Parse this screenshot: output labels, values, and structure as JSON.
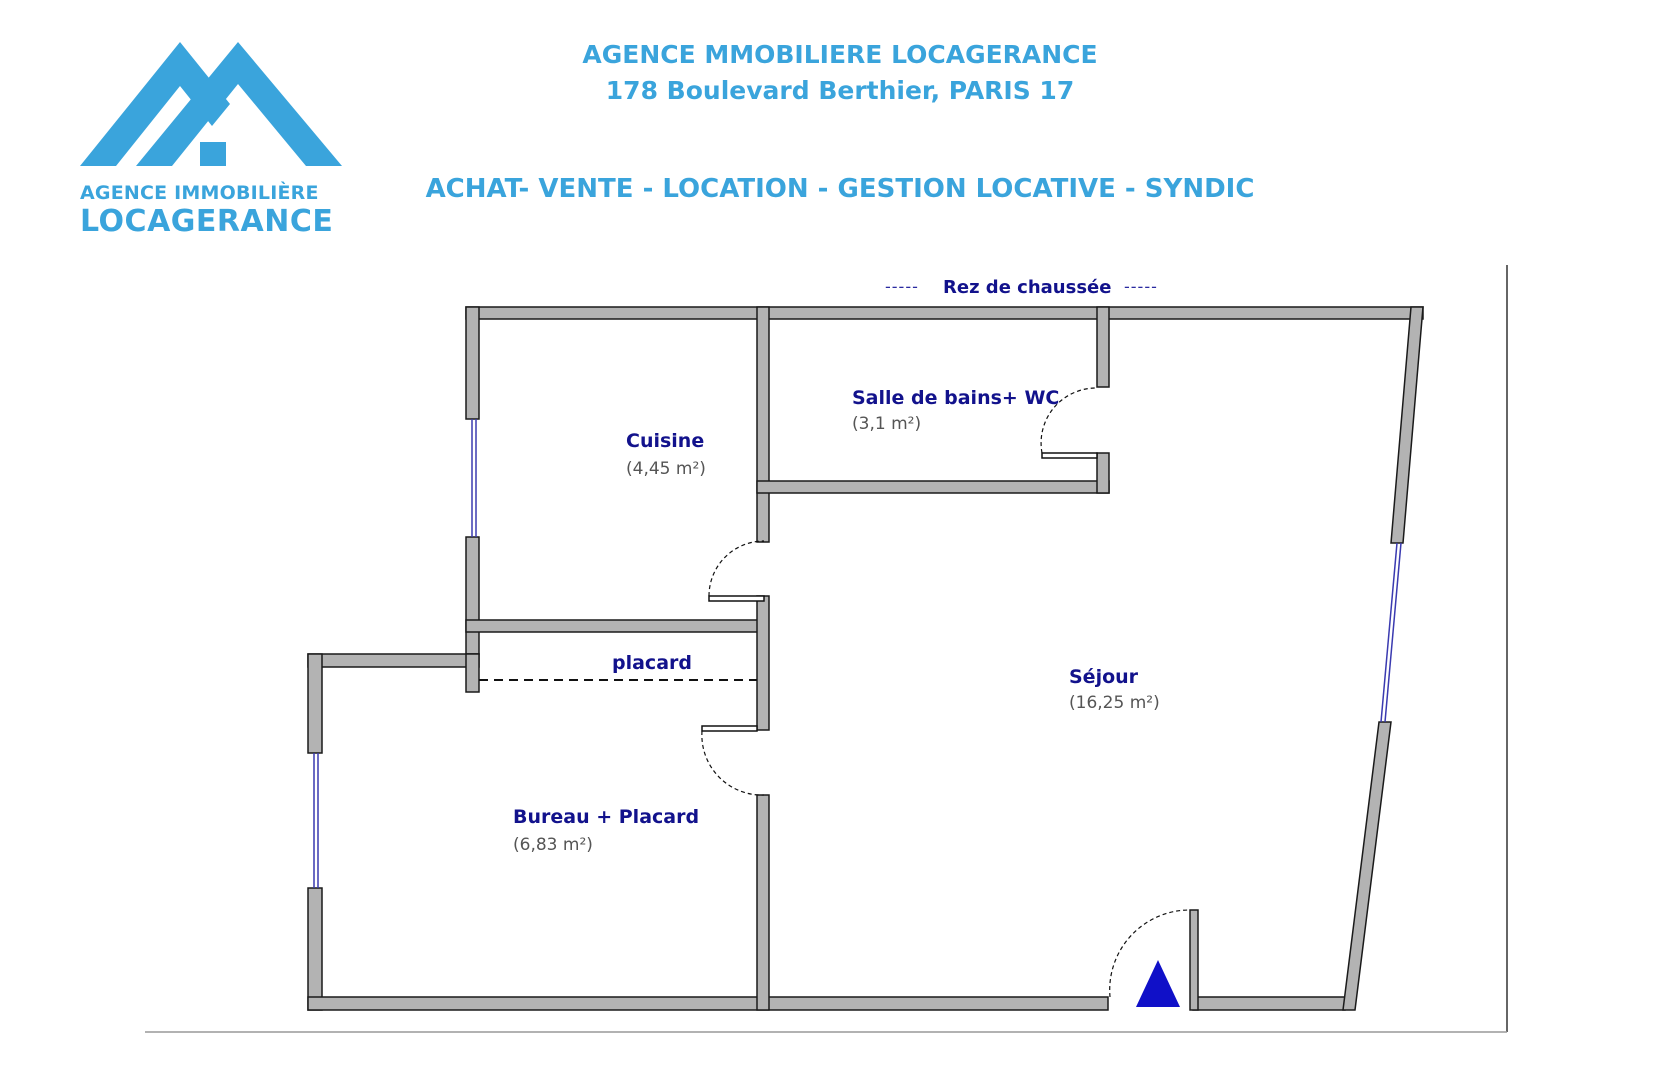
{
  "logo": {
    "line1": "AGENCE IMMOBILIÈRE",
    "line2": "LOCAGERANCE",
    "color": "#3aa4dc"
  },
  "header": {
    "agency_name": "AGENCE MMOBILIERE LOCAGERANCE",
    "address": "178 Boulevard Berthier, PARIS 17",
    "services": "ACHAT- VENTE - LOCATION - GESTION LOCATIVE - SYNDIC"
  },
  "plan": {
    "floor_label": "Rez de chaussée",
    "dash_marker": "-----",
    "rooms": [
      {
        "name": "Cuisine",
        "area": "(4,45 m²)"
      },
      {
        "name": "Salle de bains+ WC",
        "area": "(3,1 m²)"
      },
      {
        "name": "Séjour",
        "area": "(16,25 m²)"
      },
      {
        "name": "Bureau + Placard",
        "area": "(6,83 m²)"
      }
    ],
    "placard_label": "placard",
    "entrance_icon": "triangle-up-icon",
    "colors": {
      "wall_fill": "#b3b3b3",
      "wall_stroke": "#1a1a1a",
      "label_blue": "#12128c",
      "entrance": "#1010c8"
    }
  }
}
